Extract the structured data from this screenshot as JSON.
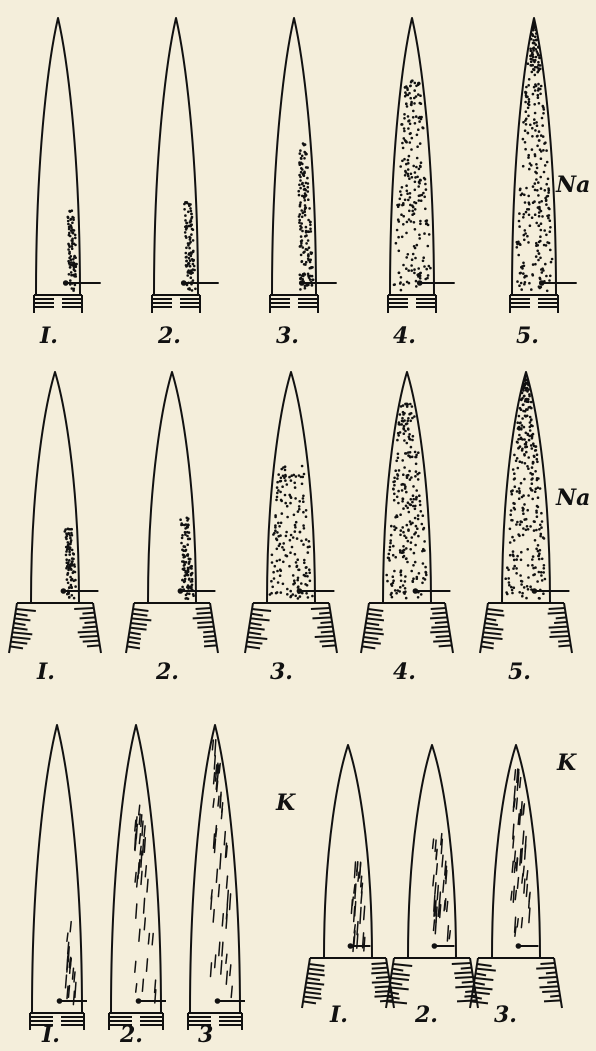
{
  "rows": [
    {
      "id": "row-1",
      "element_label": "Na",
      "fill": "dots",
      "base": "small",
      "flames": [
        {
          "label": "I.",
          "coverage": 0.18
        },
        {
          "label": "2.",
          "coverage": 0.22
        },
        {
          "label": "3.",
          "coverage": 0.45
        },
        {
          "label": "4.",
          "coverage": 0.7
        },
        {
          "label": "5.",
          "coverage": 1.0
        }
      ]
    },
    {
      "id": "row-2",
      "element_label": "Na",
      "fill": "dots",
      "base": "large",
      "flames": [
        {
          "label": "I.",
          "coverage": 0.2
        },
        {
          "label": "2.",
          "coverage": 0.25
        },
        {
          "label": "3.",
          "coverage": 0.5
        },
        {
          "label": "4.",
          "coverage": 0.8
        },
        {
          "label": "5.",
          "coverage": 1.0
        }
      ]
    },
    {
      "id": "row-3a",
      "element_label": "K",
      "fill": "dashes",
      "base": "small",
      "flames": [
        {
          "label": "I.",
          "coverage": 0.2
        },
        {
          "label": "2.",
          "coverage": 0.65
        },
        {
          "label": "3",
          "coverage": 0.9
        }
      ]
    },
    {
      "id": "row-3b",
      "element_label": "K",
      "fill": "dashes",
      "base": "large",
      "flames": [
        {
          "label": "I.",
          "coverage": 0.35
        },
        {
          "label": "2.",
          "coverage": 0.5
        },
        {
          "label": "3.",
          "coverage": 0.85
        }
      ]
    }
  ]
}
